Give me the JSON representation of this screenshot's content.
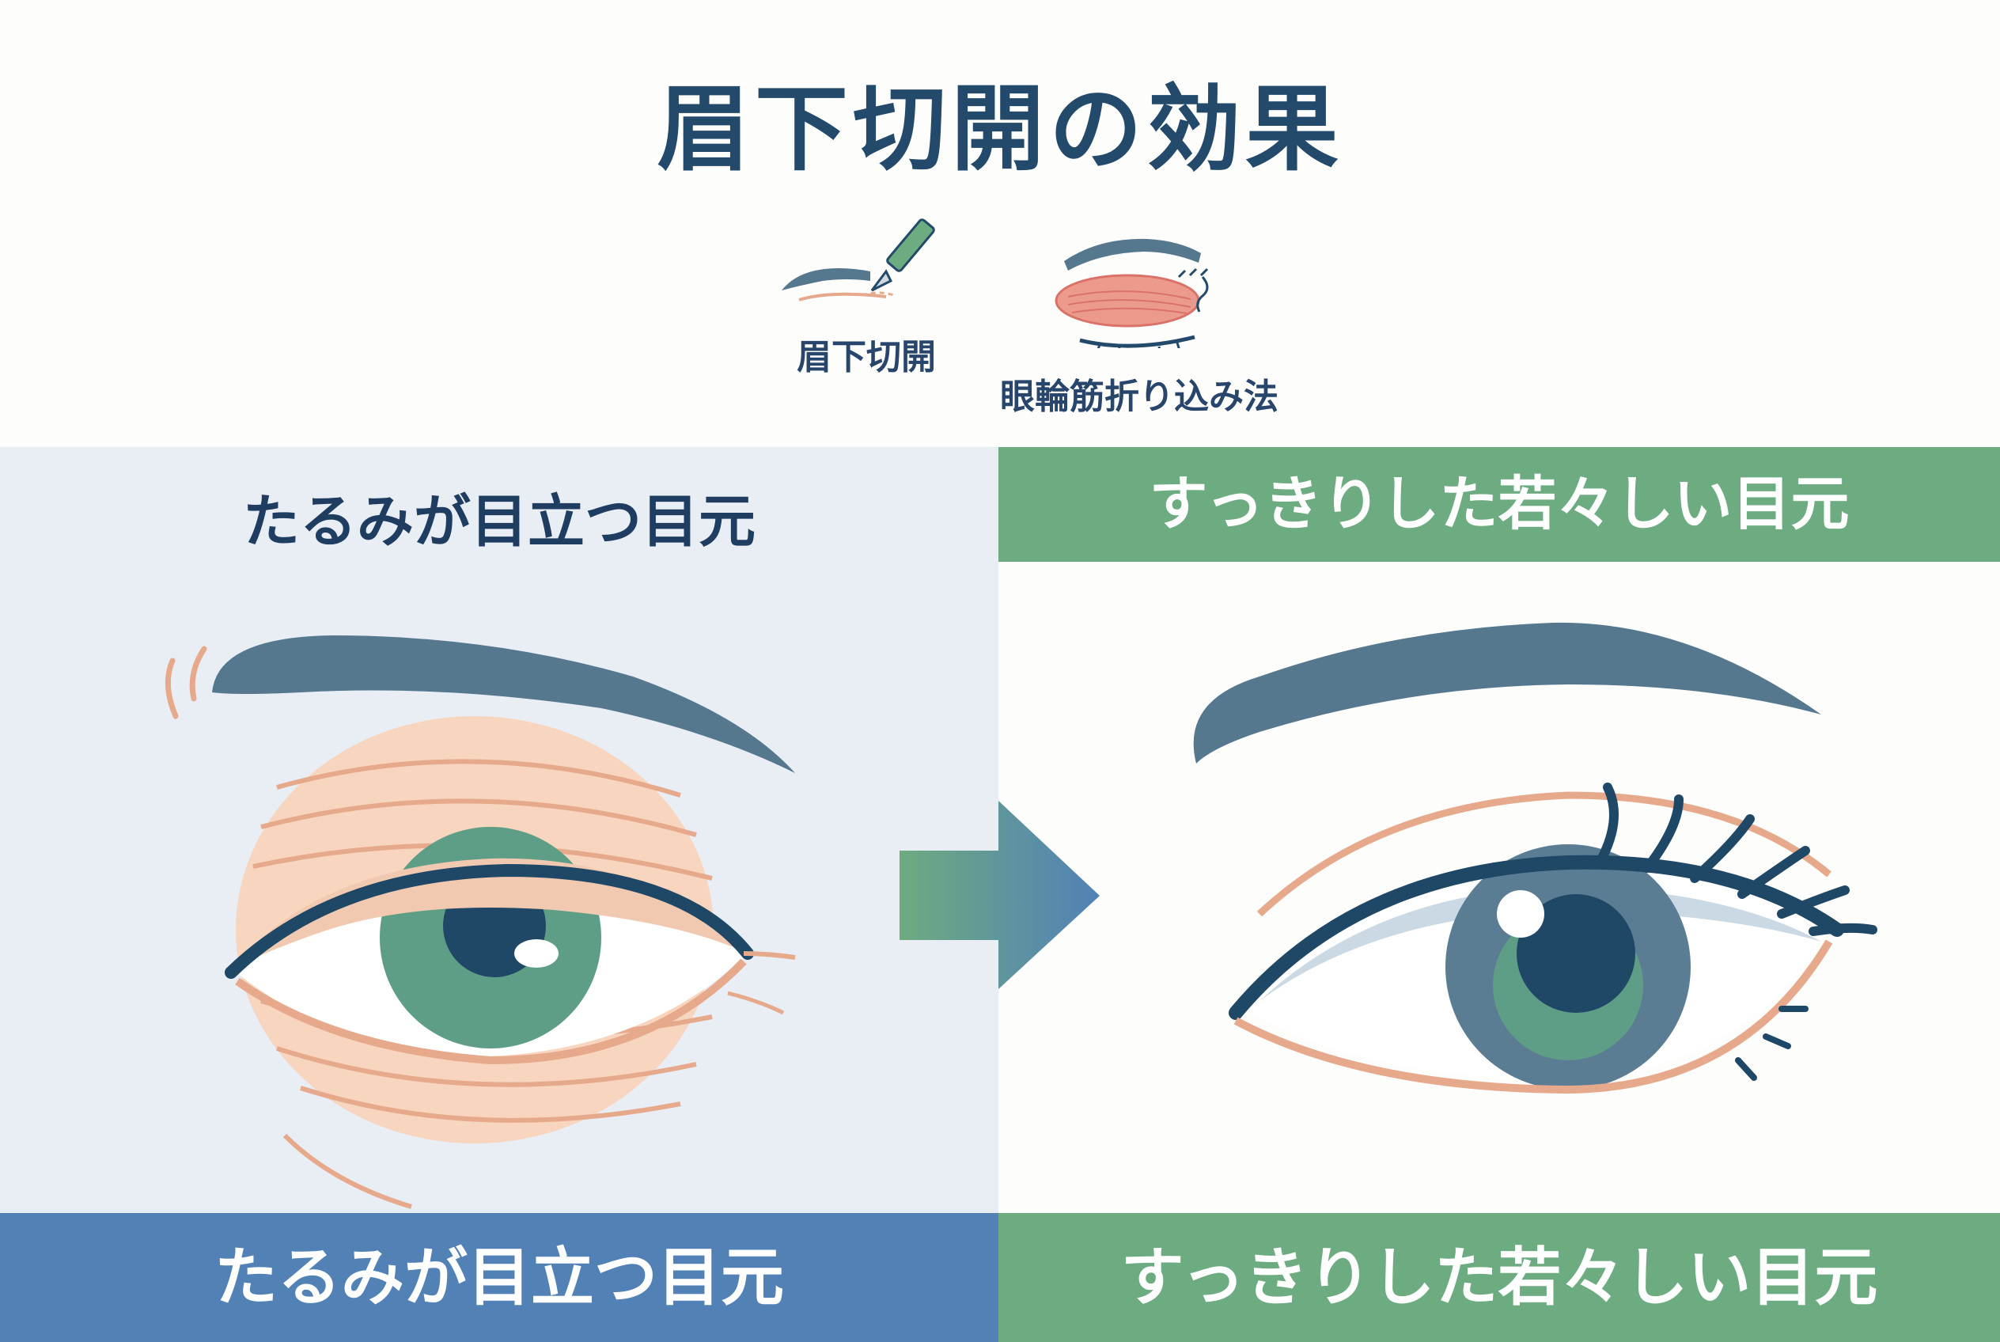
{
  "title": "眉下切開の効果",
  "methods": [
    {
      "label": "眉下切開",
      "icon": "scalpel-incision-icon"
    },
    {
      "label": "眼輪筋折り込み法",
      "icon": "muscle-fold-suture-icon"
    }
  ],
  "before": {
    "heading": "たるみが目立つ目元",
    "caption": "たるみが目立つ目元",
    "banner_color": "#5281b6"
  },
  "after": {
    "heading": "すっきりした若々しい目元",
    "caption": "すっきりした若々しい目元",
    "banner_color": "#6dab80"
  },
  "colors": {
    "title": "#244a6b",
    "brow": "#56788f",
    "skin": "#f7d5be",
    "skin_line": "#e7a98b",
    "iris_green": "#5e9d86",
    "pupil": "#1f4766",
    "left_background": "#e9edf4"
  }
}
